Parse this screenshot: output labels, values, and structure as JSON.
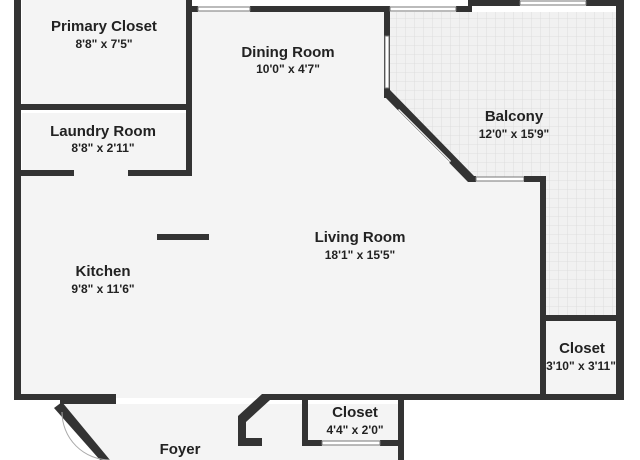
{
  "plan": {
    "colors": {
      "wall": "#333333",
      "floor": "#f4f4f4",
      "balcony_tile": "#f1f1f1",
      "tile_line": "#d9d9d9",
      "outside": "#ffffff"
    },
    "rooms": {
      "primary_closet": {
        "name": "Primary Closet",
        "dims": "8'8\" x 7'5\""
      },
      "dining_room": {
        "name": "Dining Room",
        "dims": "10'0\" x 4'7\""
      },
      "balcony": {
        "name": "Balcony",
        "dims": "12'0\" x 15'9\""
      },
      "laundry_room": {
        "name": "Laundry Room",
        "dims": "8'8\" x 2'11\""
      },
      "living_room": {
        "name": "Living Room",
        "dims": "18'1\" x 15'5\""
      },
      "kitchen": {
        "name": "Kitchen",
        "dims": "9'8\" x 11'6\""
      },
      "closet_right": {
        "name": "Closet",
        "dims": "3'10\" x 3'11\""
      },
      "closet_bottom": {
        "name": "Closet",
        "dims": "4'4\" x 2'0\""
      },
      "foyer": {
        "name": "Foyer"
      }
    }
  }
}
